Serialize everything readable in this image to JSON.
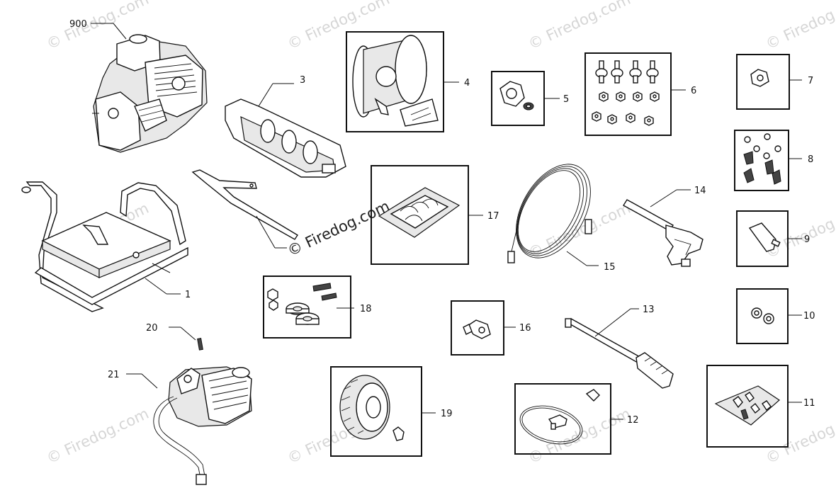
{
  "labels": {
    "p900": "900",
    "p1": "1",
    "p3": "3",
    "p4": "4",
    "p5": "5",
    "p6": "6",
    "p7": "7",
    "p8": "8",
    "p9": "9",
    "p10": "10",
    "p11": "11",
    "p12": "12",
    "p13": "13",
    "p14": "14",
    "p15": "15",
    "p16": "16",
    "p17": "17",
    "p18": "18",
    "p19": "19",
    "p20": "20",
    "p21": "21"
  },
  "watermark": {
    "text": "© Firedog.com",
    "center_text": "© Firedog.com"
  }
}
